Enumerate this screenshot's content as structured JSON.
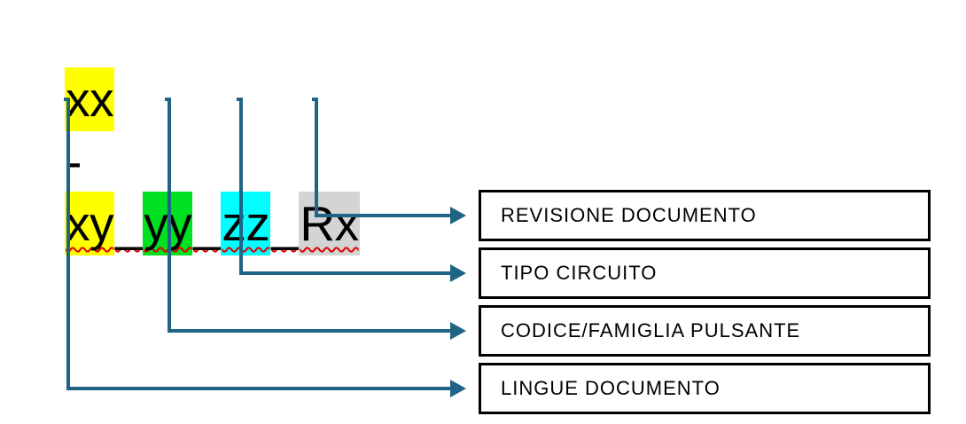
{
  "colors": {
    "highlight_yellow": "#ffff00",
    "highlight_green": "#00e121",
    "highlight_cyan": "#00ffff",
    "highlight_gray": "#d4d4d4",
    "connector_teal": "#1f6386",
    "wavy_red": "#e00000",
    "box_border_black": "#000000",
    "text_black": "#000000"
  },
  "pattern": {
    "full_text": "xx-xy_yy_zz_Rx",
    "segments": [
      {
        "text": "xx",
        "highlight": "yellow"
      },
      {
        "text": "-",
        "highlight": "none"
      },
      {
        "text": "xy",
        "highlight": "yellow"
      },
      {
        "text": "_",
        "highlight": "none"
      },
      {
        "text": "yy",
        "highlight": "green"
      },
      {
        "text": "_",
        "highlight": "none"
      },
      {
        "text": "zz",
        "highlight": "cyan"
      },
      {
        "text": "_",
        "highlight": "none"
      },
      {
        "text": "Rx",
        "highlight": "gray"
      }
    ]
  },
  "callouts": [
    {
      "label": "REVISIONE DOCUMENTO",
      "points_to": "Rx"
    },
    {
      "label": "TIPO CIRCUITO",
      "points_to": "zz"
    },
    {
      "label": "CODICE/FAMIGLIA PULSANTE",
      "points_to": "yy"
    },
    {
      "label": "LINGUE DOCUMENTO",
      "points_to": "xx-xy"
    }
  ]
}
